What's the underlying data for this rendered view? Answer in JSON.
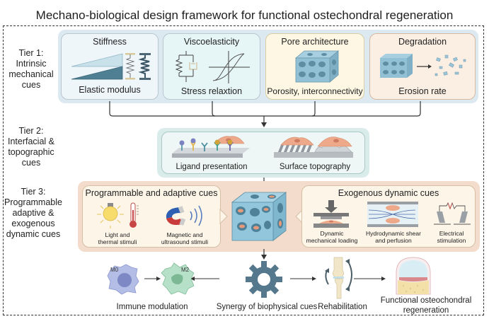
{
  "title": "Mechano-biological design framework for functional ostechondral regeneration",
  "tiers": [
    {
      "label_lines": [
        "Tier 1:",
        "Intrinsic",
        "mechanical",
        "cues"
      ]
    },
    {
      "label_lines": [
        "Tier 2:",
        "Interfacial &",
        "topographic",
        "cues"
      ]
    },
    {
      "label_lines": [
        "Tier 3:",
        "Programmable",
        "adaptive &",
        "exogenous",
        "dynamic cues"
      ]
    }
  ],
  "tier1": {
    "cards": [
      {
        "title": "Stiffness",
        "caption": "Elastic modulus",
        "icon": "stiffness-wedges-springs-icon"
      },
      {
        "title": "Viscoelasticity",
        "caption": "Stress relaxtion",
        "icon": "spring-dashpot-hysteresis-icon"
      },
      {
        "title": "Pore architecture",
        "caption": "Porosity, interconnectivity",
        "icon": "porous-scaffold-icon"
      },
      {
        "title": "Degradation",
        "caption": "Erosion rate",
        "icon": "scaffold-erosion-icon"
      }
    ]
  },
  "tier2": {
    "items": [
      {
        "caption": "Ligand presentation",
        "icon": "ligand-receptor-icon"
      },
      {
        "caption": "Surface topography",
        "icon": "surface-topography-icon"
      }
    ]
  },
  "tier3": {
    "left": {
      "title": "Programmable and adaptive cues",
      "items": [
        {
          "caption_lines": [
            "Light and",
            "thermal stimuli"
          ],
          "icon": "lightbulb-thermometer-icon"
        },
        {
          "caption_lines": [
            "Magnetic and",
            "ultrasound stimuli"
          ],
          "icon": "magnet-ultrasound-icon"
        }
      ]
    },
    "center_icon": "cell-laden-scaffold-icon",
    "right": {
      "title": "Exogenous dynamic cues",
      "items": [
        {
          "caption_lines": [
            "Dynamic",
            "mechanical loading"
          ],
          "icon": "compression-press-icon"
        },
        {
          "caption_lines": [
            "Hydrodynamic shear",
            "and perfusion"
          ],
          "icon": "flow-channel-icon"
        },
        {
          "caption_lines": [
            "Electrical",
            "stimulation"
          ],
          "icon": "electrode-circuit-icon"
        }
      ]
    }
  },
  "outcomes": {
    "m0_label": "M0",
    "m2_label": "M2",
    "immune": "Immune modulation",
    "synergy": "Synergy of biophysical cues",
    "rehab": "Rehabilitation",
    "functional_lines": [
      "Functional osteochondral",
      "regeneration"
    ]
  },
  "colors": {
    "tier1_band": "#dde9f1",
    "stiffness_card": "#eef6fa",
    "visco_card": "#e6f5f5",
    "pore_card": "#fdf7e3",
    "degradation_card": "#fbeee3",
    "tier2_band": "#d9ece9",
    "tier2_card": "#eef7f5",
    "tier3_band": "#f3dccb",
    "tier3_card": "#fdf5e8",
    "scaffold": "#8ec4d8",
    "gear": "#56788c"
  }
}
